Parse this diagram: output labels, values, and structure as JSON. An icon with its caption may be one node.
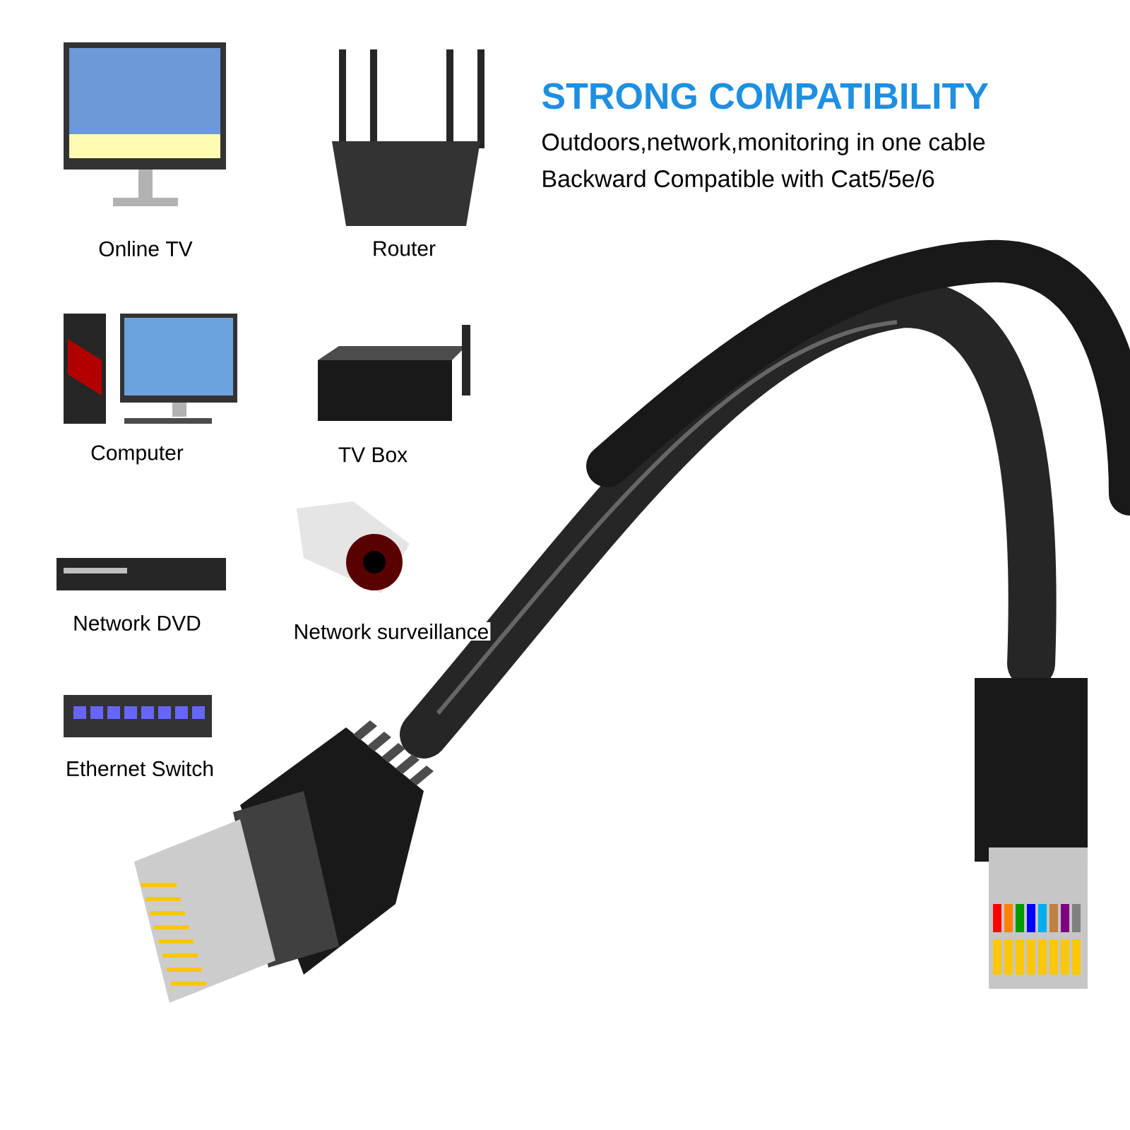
{
  "diagram": {
    "title": "STRONG COMPATIBILITY",
    "nodes": [
      {
        "text": [
          "Online TV"
        ]
      },
      {
        "text": [
          "Router"
        ]
      },
      {
        "text": [
          "Computer"
        ]
      },
      {
        "text": [
          "TV Box"
        ]
      },
      {
        "text": [
          "Network DVD"
        ]
      },
      {
        "text": [
          "Network surveillance"
        ]
      },
      {
        "text": [
          "Ethernet Switch"
        ]
      }
    ],
    "labels": [
      "Outdoors,network,monitoring in one cable",
      "Backward Compatible with Cat5/5e/6"
    ]
  }
}
